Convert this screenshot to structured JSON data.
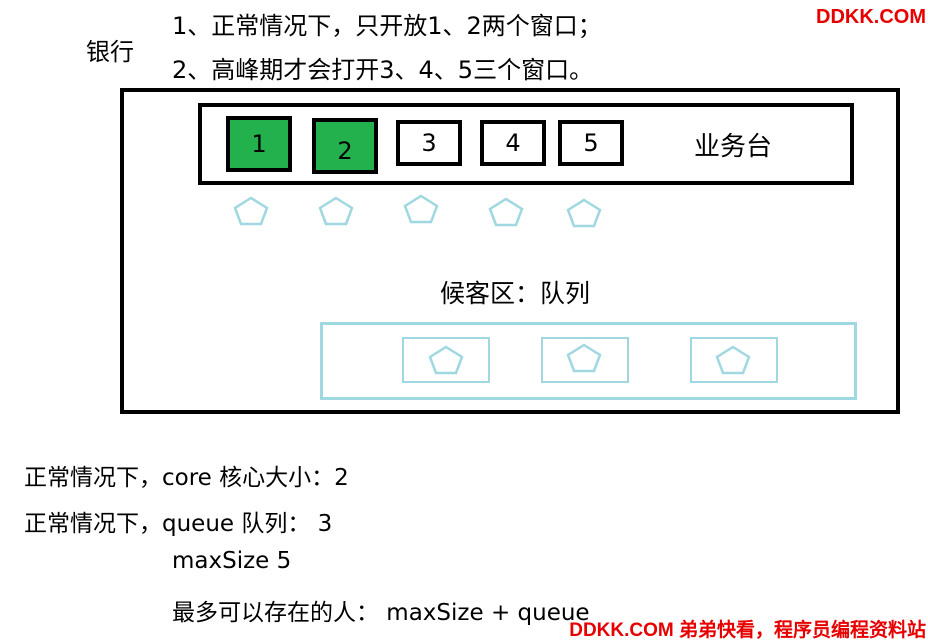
{
  "title": {
    "bank": "银行",
    "lines": [
      "1、正常情况下，只开放1、2两个窗口；",
      "2、高峰期才会打开3、4、5三个窗口。"
    ]
  },
  "watermark": {
    "top": "DDKK.COM",
    "bottom": "DDKK.COM 弟弟快看，程序员编程资料站"
  },
  "counter": {
    "label": "业务台",
    "windows": [
      {
        "label": "1",
        "state": "open",
        "color": "#22b14c"
      },
      {
        "label": "2",
        "state": "open",
        "color": "#22b14c"
      },
      {
        "label": "3",
        "state": "closed"
      },
      {
        "label": "4",
        "state": "closed"
      },
      {
        "label": "5",
        "state": "closed"
      }
    ]
  },
  "waiting_area": {
    "label": "候客区：队列",
    "slots": 3
  },
  "notes": [
    "正常情况下，core 核心大小：2",
    "正常情况下，queue 队列： 3",
    "maxSize  5",
    "最多可以存在的人： maxSize + queue"
  ],
  "colors": {
    "open_window": "#22b14c",
    "queue_outline": "#9fd8e0",
    "watermark": "#e60000"
  }
}
